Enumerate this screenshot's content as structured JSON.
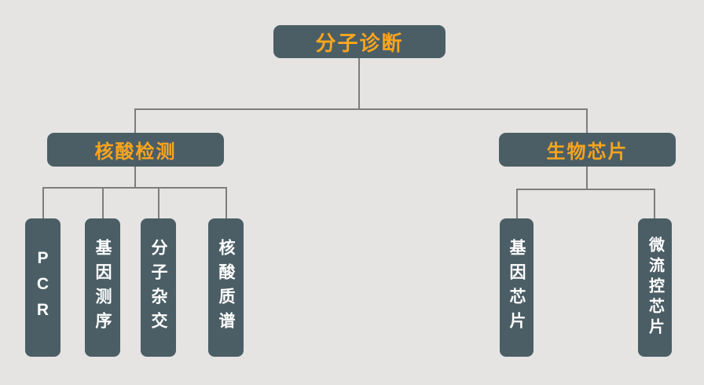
{
  "colors": {
    "background": "#E5E4E2",
    "node_fill": "#4B5E66",
    "heading_text": "#F8A51E",
    "leaf_text": "#FFFFFF",
    "connector": "#7D7D7D"
  },
  "diagram": {
    "type": "tree",
    "root": {
      "label": "分子诊断"
    },
    "branches": [
      {
        "label": "核酸检测",
        "children": [
          {
            "label": "PCR"
          },
          {
            "label": "基因测序"
          },
          {
            "label": "分子杂交"
          },
          {
            "label": "核酸质谱"
          }
        ]
      },
      {
        "label": "生物芯片",
        "children": [
          {
            "label": "基因芯片"
          },
          {
            "label": "微流控芯片"
          }
        ]
      }
    ]
  }
}
